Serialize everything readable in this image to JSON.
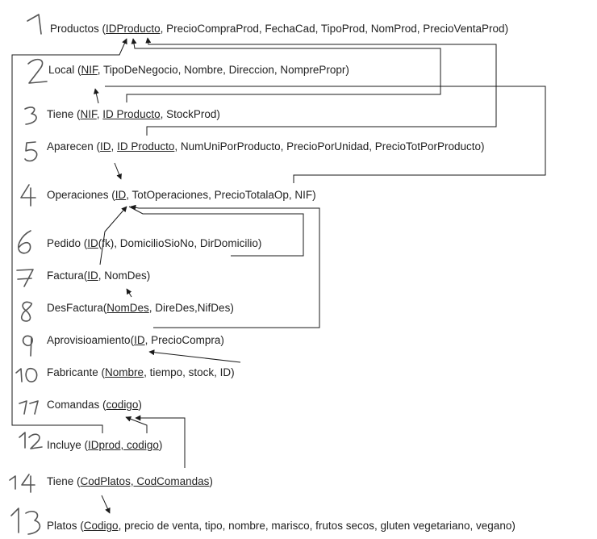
{
  "ink": "#1a1a1a",
  "relations": [
    {
      "num": "1",
      "name": "Productos",
      "sep": " (",
      "attrs": [
        {
          "t": "IDProducto",
          "u": true
        },
        {
          "t": ", PrecioCompraProd, FechaCad, TipoProd, NomProd, PrecioVentaProd",
          "u": false
        }
      ],
      "close": ")"
    },
    {
      "num": "2",
      "name": "Local",
      "sep": " (",
      "attrs": [
        {
          "t": "NIF",
          "u": true
        },
        {
          "t": ", TipoDeNegocio, Nombre, Direccion, NomprePropr",
          "u": false
        }
      ],
      "close": ")"
    },
    {
      "num": "3",
      "name": "Tiene",
      "sep": " (",
      "attrs": [
        {
          "t": "NIF",
          "u": true
        },
        {
          "t": ", ",
          "u": false
        },
        {
          "t": "ID Producto",
          "u": true
        },
        {
          "t": ", StockProd",
          "u": false
        }
      ],
      "close": ")"
    },
    {
      "num": "5",
      "name": "Aparecen",
      "sep": " (",
      "attrs": [
        {
          "t": "ID",
          "u": true
        },
        {
          "t": ", ",
          "u": false
        },
        {
          "t": "ID Producto",
          "u": true
        },
        {
          "t": ", NumUniPorProducto, PrecioPorUnidad, PrecioTotPorProducto",
          "u": false
        }
      ],
      "close": ")"
    },
    {
      "num": "4",
      "name": "Operaciones",
      "sep": " (",
      "attrs": [
        {
          "t": "ID",
          "u": true
        },
        {
          "t": ", TotOperaciones, PrecioTotalaOp, NIF",
          "u": false
        }
      ],
      "close": ")"
    },
    {
      "num": "6",
      "name": "Pedido",
      "sep": " (",
      "attrs": [
        {
          "t": "ID",
          "u": true
        },
        {
          "t": "(fk), DomicilioSioNo, DirDomicilio",
          "u": false
        }
      ],
      "close": ")"
    },
    {
      "num": "7",
      "name": "Factura",
      "sep": "(",
      "attrs": [
        {
          "t": "ID",
          "u": true
        },
        {
          "t": ", NomDes",
          "u": false
        }
      ],
      "close": ")"
    },
    {
      "num": "8",
      "name": "DesFactura",
      "sep": "(",
      "attrs": [
        {
          "t": "NomDes",
          "u": true
        },
        {
          "t": ", DireDes,NifDes",
          "u": false
        }
      ],
      "close": ")"
    },
    {
      "num": "9",
      "name": "Aprovisioamiento",
      "sep": "(",
      "attrs": [
        {
          "t": "ID",
          "u": true
        },
        {
          "t": ", PrecioCompra",
          "u": false
        }
      ],
      "close": ")"
    },
    {
      "num": "10",
      "name": "Fabricante",
      "sep": " (",
      "attrs": [
        {
          "t": "Nombre",
          "u": true
        },
        {
          "t": ", tiempo, stock, ID",
          "u": false
        }
      ],
      "close": ")"
    },
    {
      "num": "11",
      "name": "Comandas",
      "sep": " (",
      "attrs": [
        {
          "t": "codigo",
          "u": true
        }
      ],
      "close": ")"
    },
    {
      "num": "12",
      "name": "Incluye",
      "sep": " (",
      "attrs": [
        {
          "t": "IDprod, codigo",
          "u": true
        }
      ],
      "close": ")"
    },
    {
      "num": "14",
      "name": "Tiene",
      "sep": " (",
      "attrs": [
        {
          "t": "CodPlatos, CodComandas",
          "u": true
        }
      ],
      "close": ")"
    },
    {
      "num": "13",
      "name": "Platos",
      "sep": " (",
      "attrs": [
        {
          "t": "Codigo",
          "u": true
        },
        {
          "t": ", precio de venta, tipo, nombre, marisco, frutos secos, gluten vegetariano, vegano",
          "u": false
        }
      ],
      "close": ")"
    }
  ]
}
